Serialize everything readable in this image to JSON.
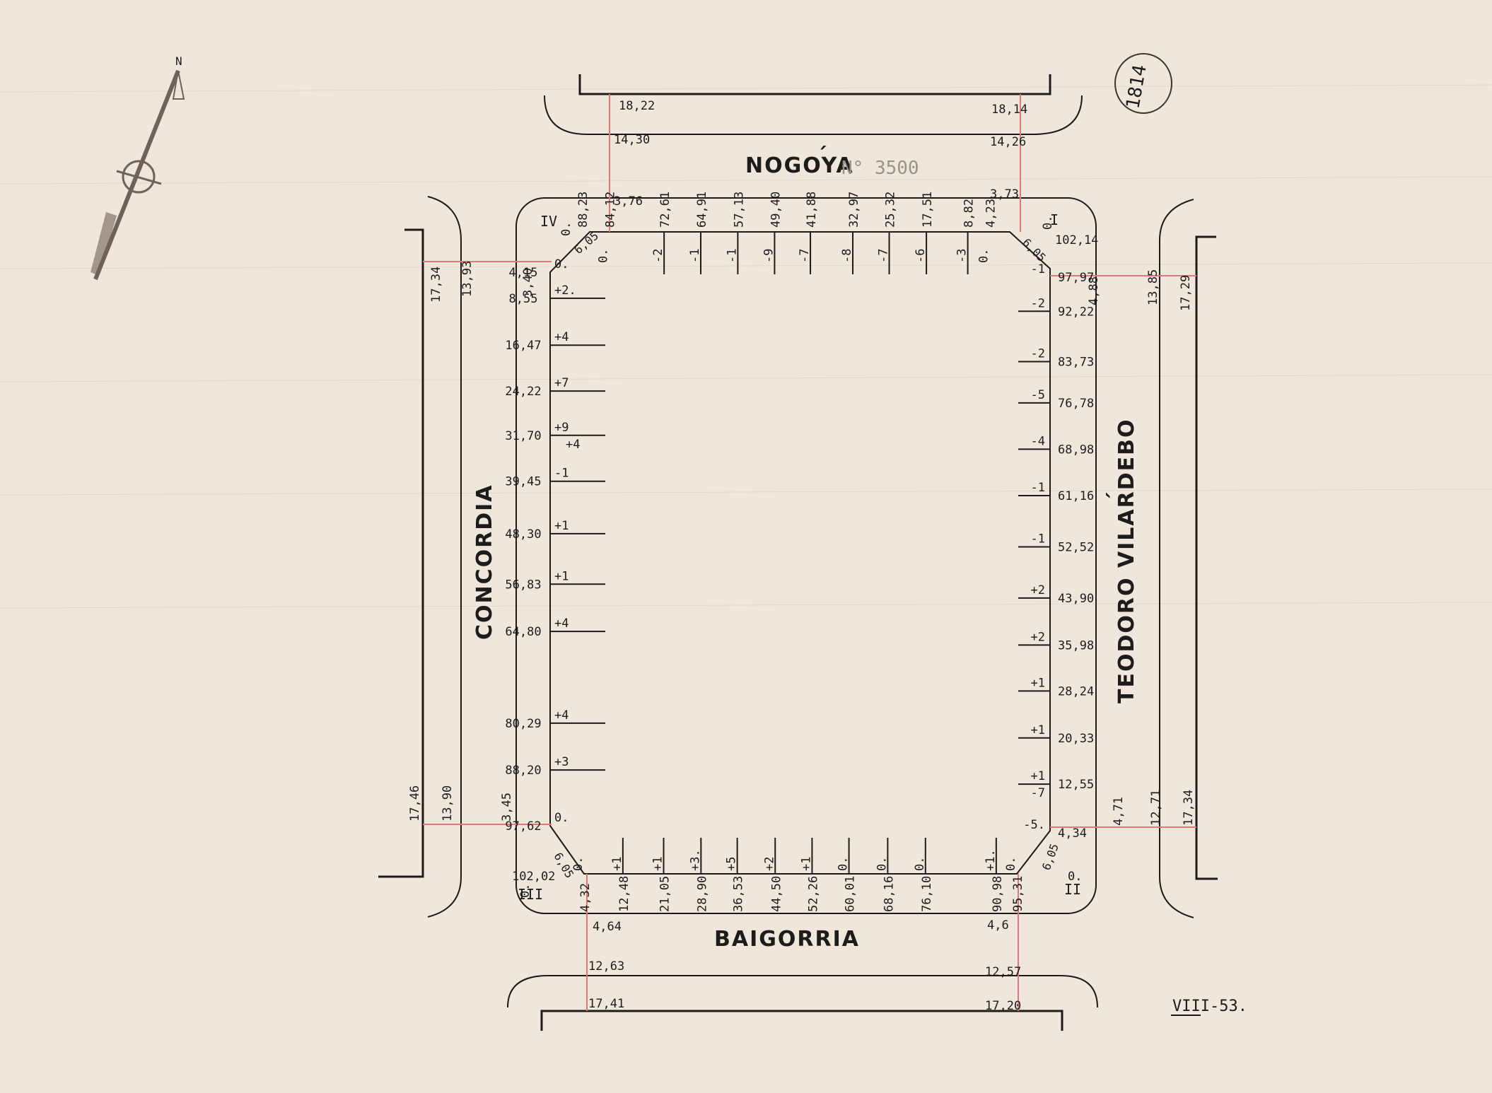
{
  "streets": {
    "north": "NOGOYA",
    "north_accent": "´",
    "south": "BAIGORRIA",
    "west": "CONCORDIA",
    "east": "TEODORO VILARDEBO",
    "east_accent": "´"
  },
  "annotations": {
    "block_number": "N° 3500",
    "sheet_number": "1814",
    "date": "VIII-53.",
    "compass_letter": "N"
  },
  "corners": {
    "I": "I",
    "II": "II",
    "III": "III",
    "IV": "IV"
  },
  "chamfers": {
    "c1": "6,05",
    "c2": "6,05",
    "c3": "6,05",
    "c4": "6,05"
  },
  "north_side": {
    "ticks": [
      {
        "pos": "84,12",
        "off": "0."
      },
      {
        "pos": "72,61",
        "off": "-2"
      },
      {
        "pos": "64,91",
        "off": "-1"
      },
      {
        "pos": "57,13",
        "off": "-1"
      },
      {
        "pos": "49,40",
        "off": "-9"
      },
      {
        "pos": "41,88",
        "off": "-7"
      },
      {
        "pos": "32,97",
        "off": "-8"
      },
      {
        "pos": "25,32",
        "off": "-7"
      },
      {
        "pos": "17,51",
        "off": "-6"
      },
      {
        "pos": "8,82",
        "off": "-3"
      },
      {
        "pos": "4,23",
        "off": "0."
      }
    ],
    "corner_iv": "88,23",
    "corner_iv_off": "0.",
    "corner_i": "102,14",
    "corner_i_off": "0."
  },
  "west_side": {
    "ticks": [
      {
        "pos": "4,15",
        "off": "0."
      },
      {
        "pos": "8,55",
        "off": "+2."
      },
      {
        "pos": "16,47",
        "off": "+4"
      },
      {
        "pos": "24,22",
        "off": "+7"
      },
      {
        "pos": "31,70",
        "off": "+9",
        "off2": "+4"
      },
      {
        "pos": "39,45",
        "off": "-1"
      },
      {
        "pos": "48,30",
        "off": "+1"
      },
      {
        "pos": "56,83",
        "off": "+1"
      },
      {
        "pos": "64,80",
        "off": "+4"
      },
      {
        "pos": "80,29",
        "off": "+4"
      },
      {
        "pos": "88,20",
        "off": "+3"
      },
      {
        "pos": "97,62",
        "off": "0."
      }
    ],
    "corner_iii": "102,02",
    "corner_iii_off": "0."
  },
  "east_side": {
    "ticks": [
      {
        "pos": "97,97",
        "off": "-1"
      },
      {
        "pos": "92,22",
        "off": "-2"
      },
      {
        "pos": "83,73",
        "off": "-2"
      },
      {
        "pos": "76,78",
        "off": "-5"
      },
      {
        "pos": "68,98",
        "off": "-4"
      },
      {
        "pos": "61,16",
        "off": "-1"
      },
      {
        "pos": "52,52",
        "off": "-1"
      },
      {
        "pos": "43,90",
        "off": "+2"
      },
      {
        "pos": "35,98",
        "off": "+2"
      },
      {
        "pos": "28,24",
        "off": "+1"
      },
      {
        "pos": "20,33",
        "off": "+1"
      },
      {
        "pos": "12,55",
        "off": "+1",
        "off2": "-7"
      },
      {
        "pos": "4,34",
        "off": "-5."
      }
    ]
  },
  "south_side": {
    "ticks": [
      {
        "pos": "4,32",
        "off": "0."
      },
      {
        "pos": "12,48",
        "off": "+1"
      },
      {
        "pos": "21,05",
        "off": "+1"
      },
      {
        "pos": "28,90",
        "off": "+3."
      },
      {
        "pos": "36,53",
        "off": "+5"
      },
      {
        "pos": "44,50",
        "off": "+2"
      },
      {
        "pos": "52,26",
        "off": "+1"
      },
      {
        "pos": "60,01",
        "off": "0."
      },
      {
        "pos": "68,16",
        "off": "0."
      },
      {
        "pos": "76,10",
        "off": "0."
      },
      {
        "pos": "90,98",
        "off": "+1."
      },
      {
        "pos": "95,31",
        "off": "0."
      }
    ],
    "corner_ii_off": "0."
  },
  "widths": {
    "north_left": {
      "a": "3,76",
      "b": "14,30",
      "c": "18,22"
    },
    "north_right": {
      "a": "3,73",
      "b": "14,26",
      "c": "18,14"
    },
    "west_top": {
      "a": "3,40",
      "b": "13,93",
      "c": "17,34"
    },
    "west_bottom": {
      "a": "3,45",
      "b": "13,90",
      "c": "17,46"
    },
    "east_top": {
      "a": "4,88",
      "b": "13,85",
      "c": "17,29"
    },
    "east_bottom": {
      "a": "4,71",
      "b": "12,71",
      "c": "17,34"
    },
    "south_left": {
      "a": "4,64",
      "b": "12,63",
      "c": "17,41"
    },
    "south_right": {
      "a": "4,6",
      "b": "12,57",
      "c": "17,20"
    }
  }
}
